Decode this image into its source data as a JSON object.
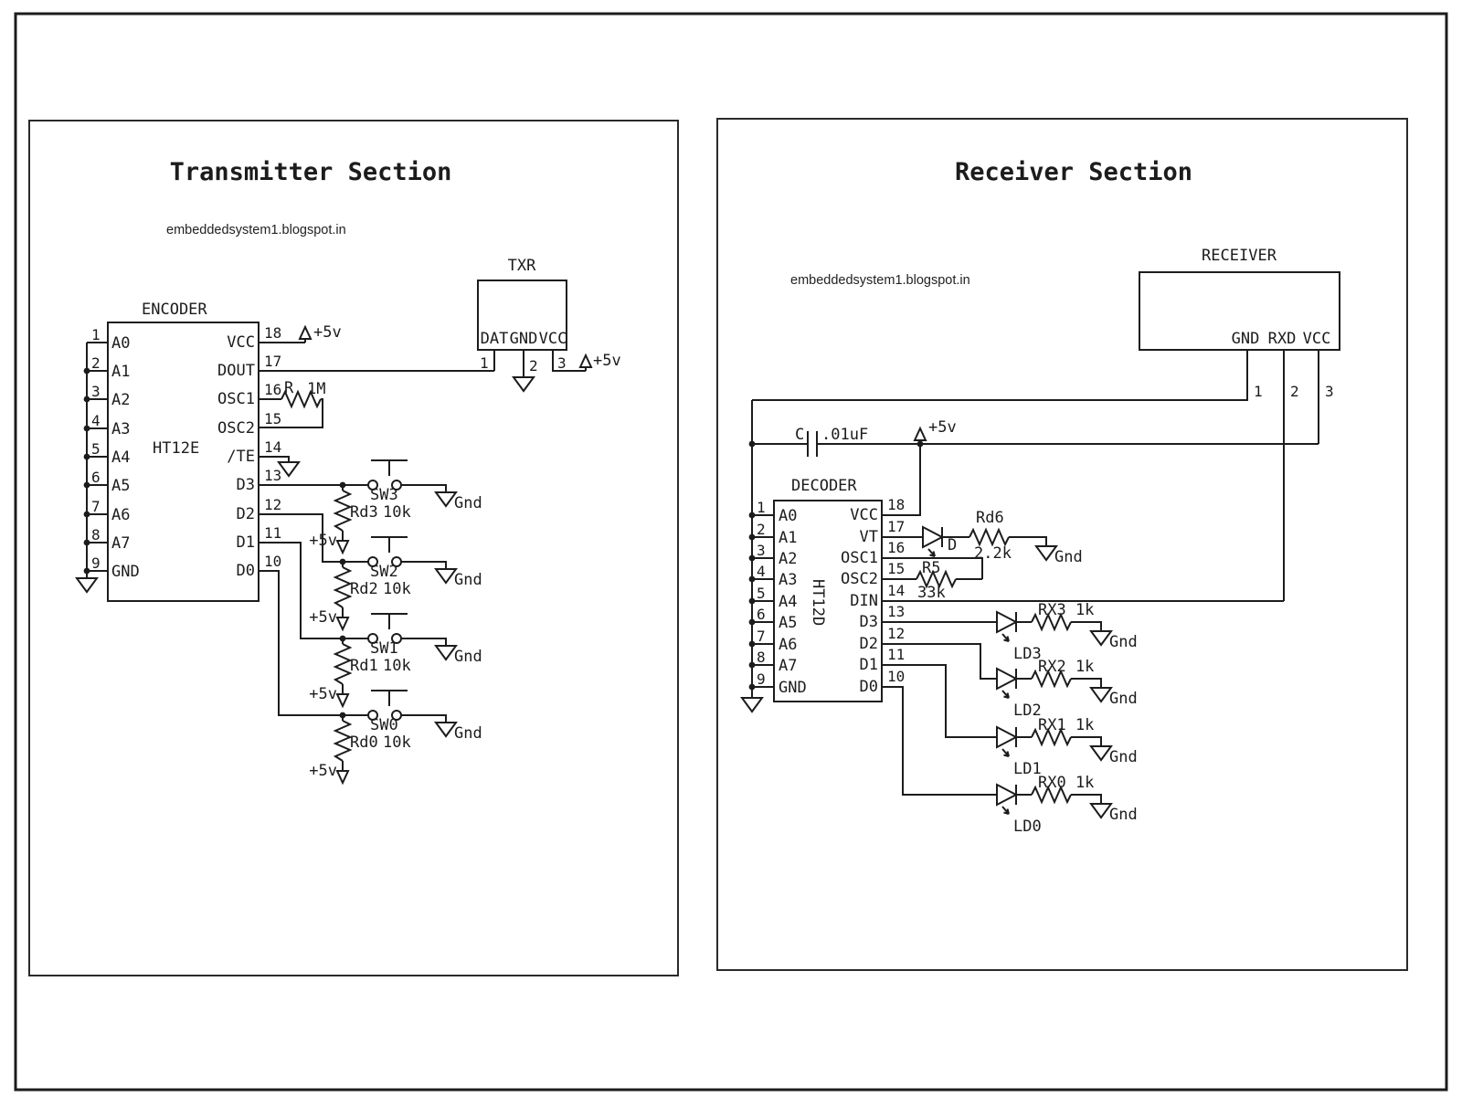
{
  "transmitter": {
    "title": "Transmitter Section",
    "watermark": "embeddedsystem1.blogspot.in",
    "encoder": {
      "label": "ENCODER",
      "part": "HT12E",
      "left_pins": [
        {
          "num": "1",
          "name": "A0"
        },
        {
          "num": "2",
          "name": "A1"
        },
        {
          "num": "3",
          "name": "A2"
        },
        {
          "num": "4",
          "name": "A3"
        },
        {
          "num": "5",
          "name": "A4"
        },
        {
          "num": "6",
          "name": "A5"
        },
        {
          "num": "7",
          "name": "A6"
        },
        {
          "num": "8",
          "name": "A7"
        },
        {
          "num": "9",
          "name": "GND"
        }
      ],
      "right_pins": [
        {
          "num": "18",
          "name": "VCC"
        },
        {
          "num": "17",
          "name": "DOUT"
        },
        {
          "num": "16",
          "name": "OSC1"
        },
        {
          "num": "15",
          "name": "OSC2"
        },
        {
          "num": "14",
          "name": "/TE"
        },
        {
          "num": "13",
          "name": "D3"
        },
        {
          "num": "12",
          "name": "D2"
        },
        {
          "num": "11",
          "name": "D1"
        },
        {
          "num": "10",
          "name": "D0"
        }
      ]
    },
    "vcc_pin_label": "+5v",
    "osc_resistor": {
      "name": "R",
      "value": "1M"
    },
    "txr": {
      "label": "TXR",
      "pins": [
        {
          "num": "1",
          "name": "DAT"
        },
        {
          "num": "2",
          "name": "GND"
        },
        {
          "num": "3",
          "name": "VCC"
        }
      ],
      "vcc_label": "+5v"
    },
    "switch_rows": [
      {
        "switch": "SW3",
        "res_name": "Rd3",
        "res_value": "10k",
        "rail": "+5v",
        "gnd": "Gnd"
      },
      {
        "switch": "SW2",
        "res_name": "Rd2",
        "res_value": "10k",
        "rail": "+5v",
        "gnd": "Gnd"
      },
      {
        "switch": "SW1",
        "res_name": "Rd1",
        "res_value": "10k",
        "rail": "+5v",
        "gnd": "Gnd"
      },
      {
        "switch": "SW0",
        "res_name": "Rd0",
        "res_value": "10k",
        "rail": "+5v",
        "gnd": "Gnd"
      }
    ]
  },
  "receiver": {
    "title": "Receiver Section",
    "watermark": "embeddedsystem1.blogspot.in",
    "module": {
      "label": "RECEIVER",
      "pins": [
        {
          "num": "1",
          "name": "GND"
        },
        {
          "num": "2",
          "name": "RXD"
        },
        {
          "num": "3",
          "name": "VCC"
        }
      ]
    },
    "cap": {
      "name": "C",
      "value": ".01uF"
    },
    "rail_label": "+5v",
    "decoder": {
      "label": "DECODER",
      "part": "HT12D",
      "left_pins": [
        {
          "num": "1",
          "name": "A0"
        },
        {
          "num": "2",
          "name": "A1"
        },
        {
          "num": "3",
          "name": "A2"
        },
        {
          "num": "4",
          "name": "A3"
        },
        {
          "num": "5",
          "name": "A4"
        },
        {
          "num": "6",
          "name": "A5"
        },
        {
          "num": "7",
          "name": "A6"
        },
        {
          "num": "8",
          "name": "A7"
        },
        {
          "num": "9",
          "name": "GND"
        }
      ],
      "right_pins": [
        {
          "num": "18",
          "name": "VCC"
        },
        {
          "num": "17",
          "name": "VT"
        },
        {
          "num": "16",
          "name": "OSC1"
        },
        {
          "num": "15",
          "name": "OSC2"
        },
        {
          "num": "14",
          "name": "DIN"
        },
        {
          "num": "13",
          "name": "D3"
        },
        {
          "num": "12",
          "name": "D2"
        },
        {
          "num": "11",
          "name": "D1"
        },
        {
          "num": "10",
          "name": "D0"
        }
      ]
    },
    "vt_led": {
      "diode": "D",
      "res_name": "Rd6",
      "res_value": "2.2k",
      "gnd": "Gnd"
    },
    "osc_resistor": {
      "name": "R5",
      "value": "33k"
    },
    "led_rows": [
      {
        "res_label": "RX3 1k",
        "led": "LD3",
        "gnd": "Gnd"
      },
      {
        "res_label": "RX2 1k",
        "led": "LD2",
        "gnd": "Gnd"
      },
      {
        "res_label": "RX1 1k",
        "led": "LD1",
        "gnd": "Gnd"
      },
      {
        "res_label": "RX0 1k",
        "led": "LD0",
        "gnd": "Gnd"
      }
    ]
  }
}
